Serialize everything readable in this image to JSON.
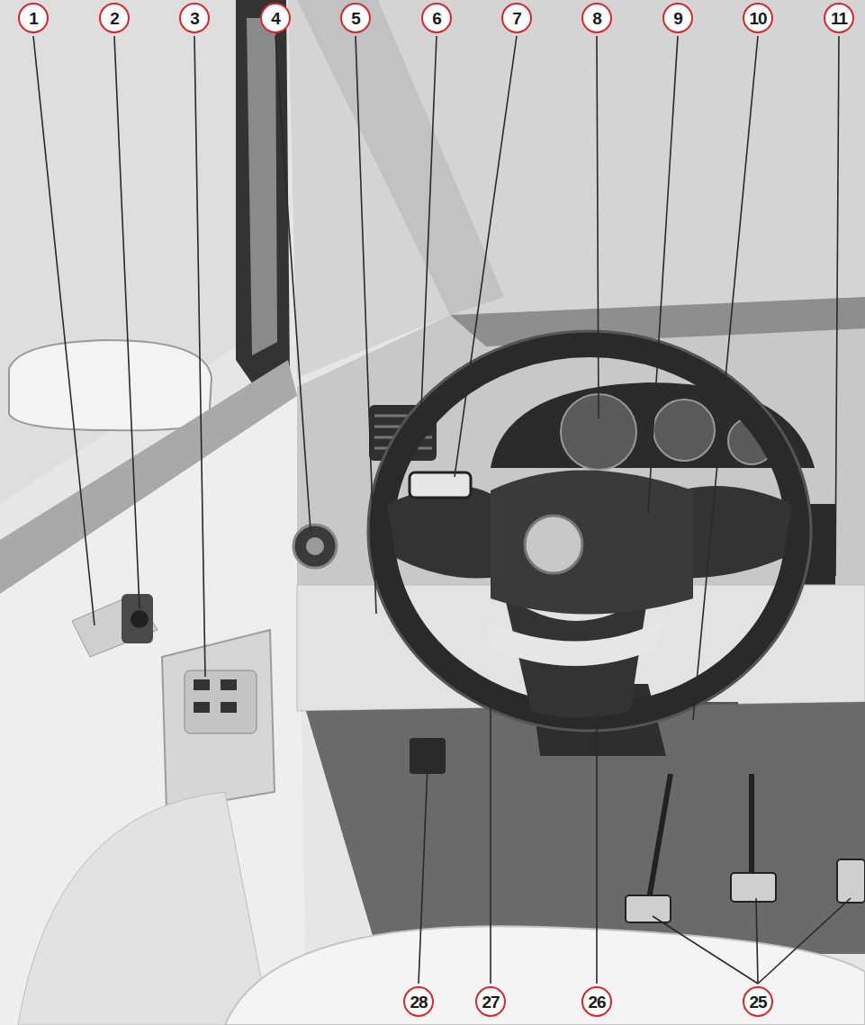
{
  "diagram": {
    "labels": [
      "1",
      "2",
      "3",
      "4",
      "5",
      "6",
      "7",
      "8",
      "9",
      "10",
      "11",
      "28",
      "27",
      "26",
      "25"
    ]
  }
}
